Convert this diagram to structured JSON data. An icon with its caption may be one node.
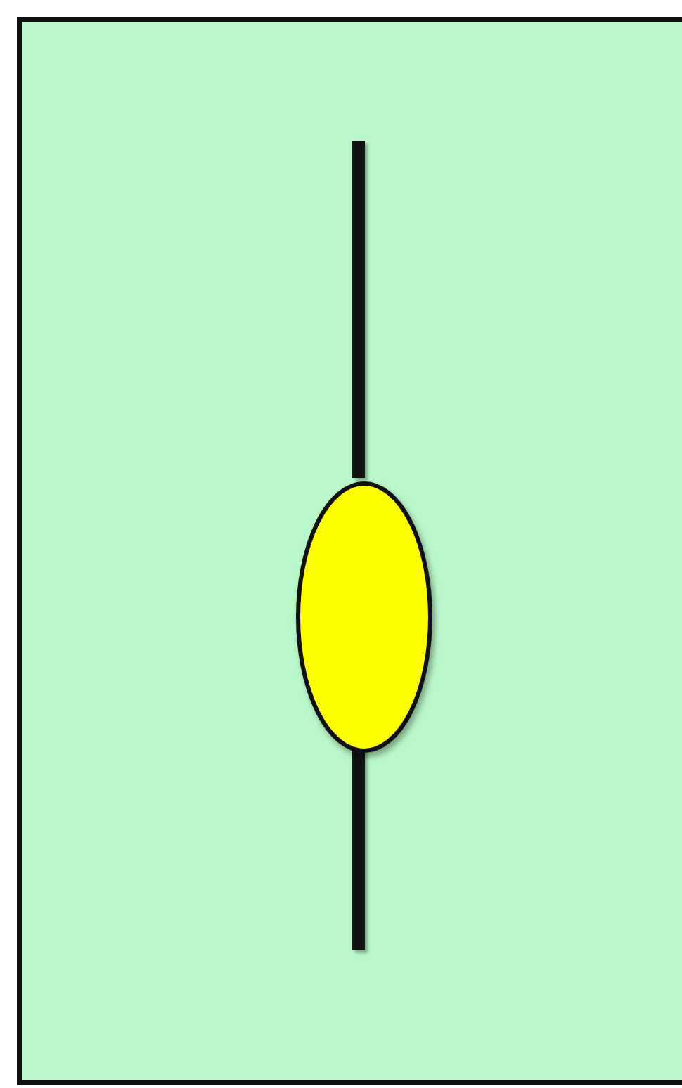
{
  "diagram": {
    "nodes": [
      {
        "text": [],
        "shape": "box"
      },
      {
        "text": [],
        "shape": "ellipse",
        "in": 0
      }
    ],
    "edges": [
      {
        "from": null,
        "to": 1,
        "arrow": "none"
      },
      {
        "from": 1,
        "to": null,
        "arrow": "none"
      }
    ]
  }
}
